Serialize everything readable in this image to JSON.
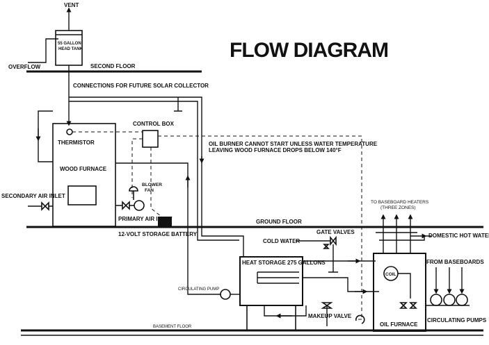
{
  "title": "FLOW DIAGRAM",
  "labels": {
    "vent": "VENT",
    "head_tank_1": "55 GALLON",
    "head_tank_2": "HEAD TANK",
    "overflow": "OVERFLOW",
    "second_floor": "SECOND FLOOR",
    "solar": "CONNECTIONS FOR FUTURE SOLAR COLLECTOR",
    "control_box": "CONTROL BOX",
    "oil_note_1": "OIL BURNER CANNOT START UNLESS WATER TEMPERATURE",
    "oil_note_2": "LEAVING WOOD FURNACE DROPS BELOW 140°F",
    "thermistor": "THERMISTOR",
    "wood_furnace": "WOOD FURNACE",
    "blower_1": "BLOWER",
    "blower_2": "FAN",
    "secondary_air": "SECONDARY AIR INLET",
    "primary_air": "PRIMARY AIR INLET",
    "battery": "12-VOLT STORAGE BATTERY",
    "ground_floor": "GROUND FLOOR",
    "baseboard_1": "TO BASEBOARD HEATERS",
    "baseboard_2": "(THREE ZONES)",
    "gate_valves": "GATE VALVES",
    "cold_water": "COLD WATER",
    "domestic_hot_water": "DOMESTIC HOT WATER",
    "heat_storage": "HEAT STORAGE 275 GALLONS",
    "coil": "COIL",
    "from_baseboards": "FROM BASEBOARDS",
    "circulating_pump": "CIRCULATING PUMP",
    "makeup_valve": "MAKEUP VALVE",
    "oil_furnace": "OIL FURNACE",
    "circulating_pumps": "CIRCULATING PUMPS",
    "basement_floor": "BASEMENT FLOOR"
  }
}
